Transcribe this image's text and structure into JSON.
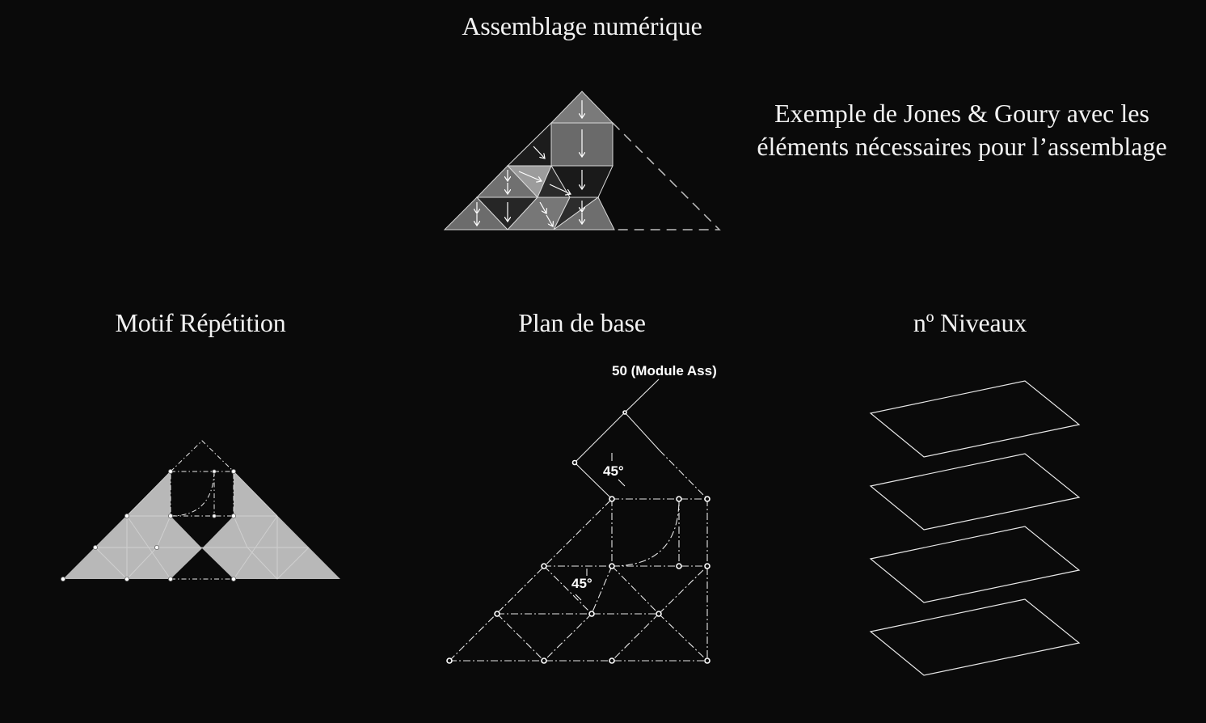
{
  "main_title": "Assemblage numérique",
  "caption": {
    "line1": "Exemple de Jones & Goury avec les",
    "line2": "éléments nécessaires pour l’assemblage"
  },
  "sections": {
    "motif": "Motif Répétition",
    "plan": "Plan de base",
    "niveaux": "nº Niveaux"
  },
  "plan_labels": {
    "module": "50 (Module Ass)",
    "angle_top": "45°",
    "angle_mid": "45°"
  },
  "levels_count": 4
}
